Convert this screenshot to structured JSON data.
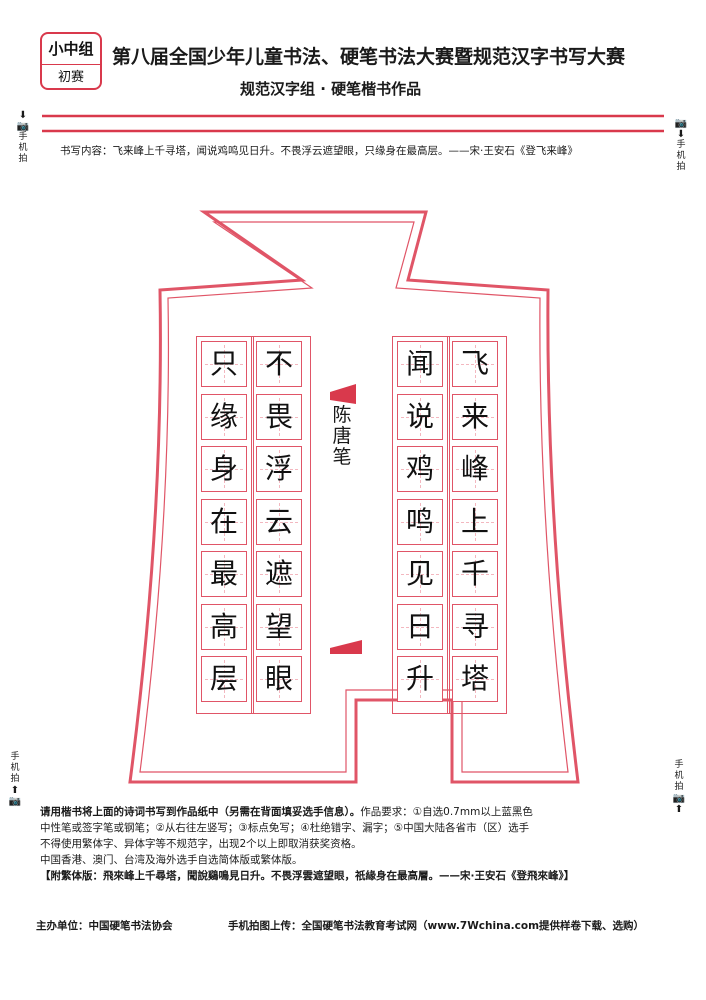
{
  "header": {
    "badge_group": "小中组",
    "badge_round": "初赛",
    "title": "第八届全国少年儿童书法、硬笔书法大赛暨规范汉字书写大赛",
    "subtitle": "规范汉字组 · 硬笔楷书作品"
  },
  "content_line": "书写内容：飞来峰上千寻塔，闻说鸡鸣见日升。不畏浮云遮望眼，只缘身在最高层。——宋·王安石《登飞来峰》",
  "photo_marker": {
    "label": "手机拍",
    "icon": "camera-icon"
  },
  "artwork": {
    "right_columns": [
      [
        "飞",
        "来",
        "峰",
        "上",
        "千",
        "寻",
        "塔"
      ],
      [
        "闻",
        "说",
        "鸡",
        "鸣",
        "见",
        "日",
        "升"
      ]
    ],
    "left_columns": [
      [
        "不",
        "畏",
        "浮",
        "云",
        "遮",
        "望",
        "眼"
      ],
      [
        "只",
        "缘",
        "身",
        "在",
        "最",
        "高",
        "层"
      ]
    ],
    "signature": "陈唐笔"
  },
  "instructions": {
    "line1_bold": "请用楷书将上面的诗词书写到作品纸中（另需在背面填妥选手信息）。",
    "line1_rest": "作品要求：①自选0.7mm以上蓝黑色",
    "line2": "中性笔或签字笔或钢笔；②从右往左竖写；③标点免写；④杜绝错字、漏字；⑤中国大陆各省市（区）选手",
    "line3": "不得使用繁体字、异体字等不规范字，出现2个以上即取消获奖资格。",
    "line4": "中国香港、澳门、台湾及海外选手自选简体版或繁体版。",
    "line5": "【附繁体版：飛來峰上千尋塔，聞說鷄鳴見日升。不畏浮雲遮望眼，祇緣身在最高層。——宋·王安石《登飛來峰》】"
  },
  "footer": {
    "organizer": "主办单位：中国硬笔书法协会",
    "upload": "手机拍图上传：全国硬笔书法教育考试网（www.7Wchina.com提供样卷下载、选购）"
  },
  "colors": {
    "accent_red": "#d9394c",
    "grid_red": "#e05567",
    "grid_dash": "#f3b7bf"
  }
}
